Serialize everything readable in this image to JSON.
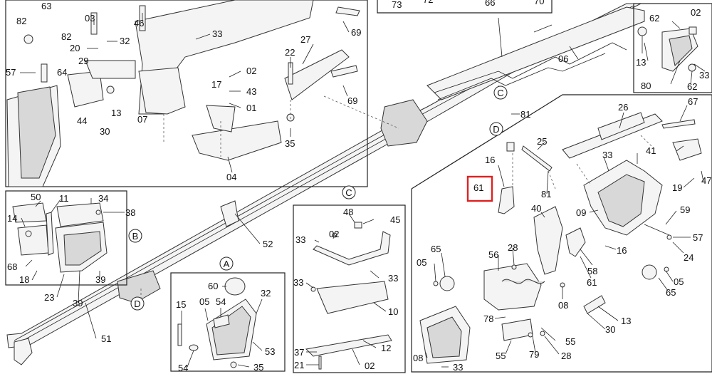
{
  "diagram": {
    "highlighted_part": "61",
    "highlight_color": "#e02020",
    "section_markers": [
      "A",
      "B",
      "C",
      "D"
    ],
    "callouts": [
      "63",
      "82",
      "03",
      "46",
      "82",
      "32",
      "20",
      "57",
      "64",
      "29",
      "33",
      "44",
      "13",
      "30",
      "07",
      "69",
      "27",
      "22",
      "02",
      "17",
      "43",
      "01",
      "35",
      "04",
      "69",
      "73",
      "72",
      "66",
      "70",
      "06",
      "62",
      "02",
      "13",
      "33",
      "80",
      "62",
      "50",
      "11",
      "34",
      "38",
      "14",
      "68",
      "18",
      "23",
      "39",
      "39",
      "48",
      "45",
      "33",
      "02",
      "33",
      "33",
      "10",
      "37",
      "21",
      "12",
      "02",
      "60",
      "15",
      "05",
      "54",
      "32",
      "53",
      "54",
      "35",
      "52",
      "51",
      "81",
      "25",
      "26",
      "67",
      "16",
      "33",
      "41",
      "61",
      "40",
      "09",
      "19",
      "47",
      "59",
      "81",
      "57",
      "16",
      "24",
      "65",
      "28",
      "56",
      "05",
      "58",
      "61",
      "05",
      "65",
      "08",
      "13",
      "30",
      "78",
      "55",
      "79",
      "28",
      "55",
      "08",
      "33"
    ]
  }
}
